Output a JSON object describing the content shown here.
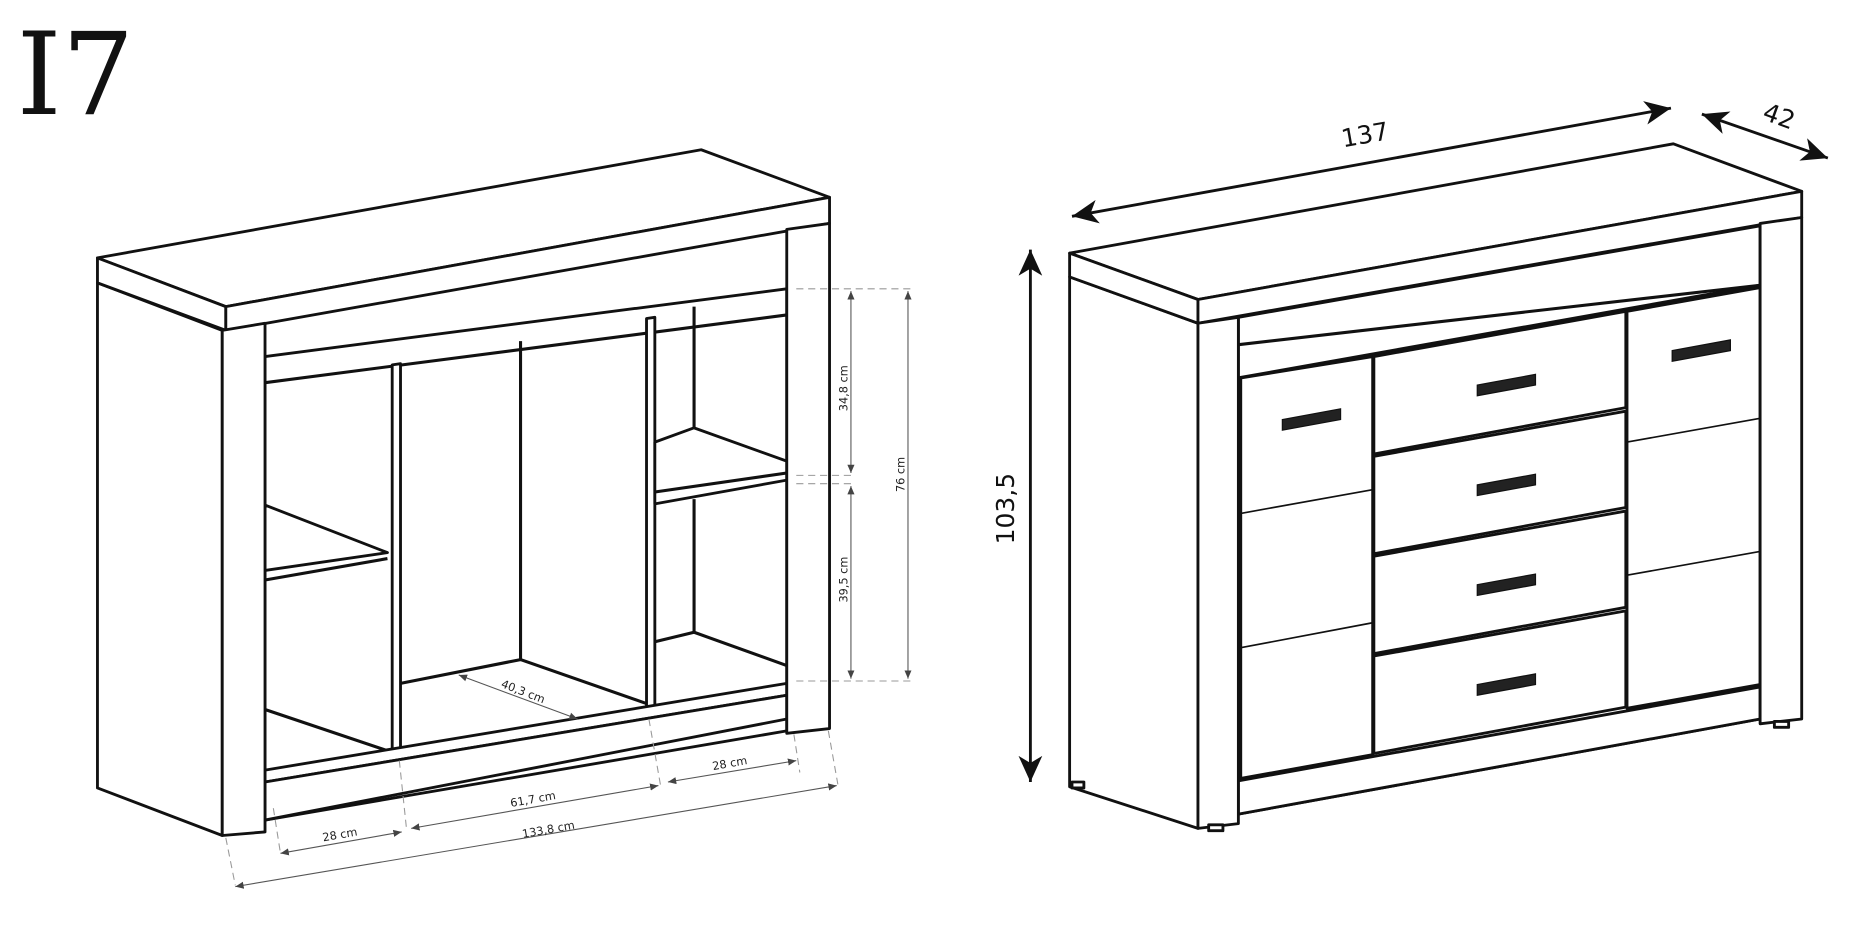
{
  "title": "I7",
  "open_view": {
    "dimensions": {
      "upper_compartment_height": "34,8 cm",
      "lower_compartment_height": "39,5 cm",
      "inner_height": "76 cm",
      "inner_depth": "40,3 cm",
      "left_compartment_width": "28 cm",
      "middle_compartment_width": "61,7 cm",
      "right_compartment_width": "28 cm",
      "inner_total_width": "133,8 cm"
    }
  },
  "closed_view": {
    "dimensions": {
      "width": "137",
      "depth": "42",
      "height": "103,5"
    },
    "doors": 2,
    "drawers": 4
  }
}
